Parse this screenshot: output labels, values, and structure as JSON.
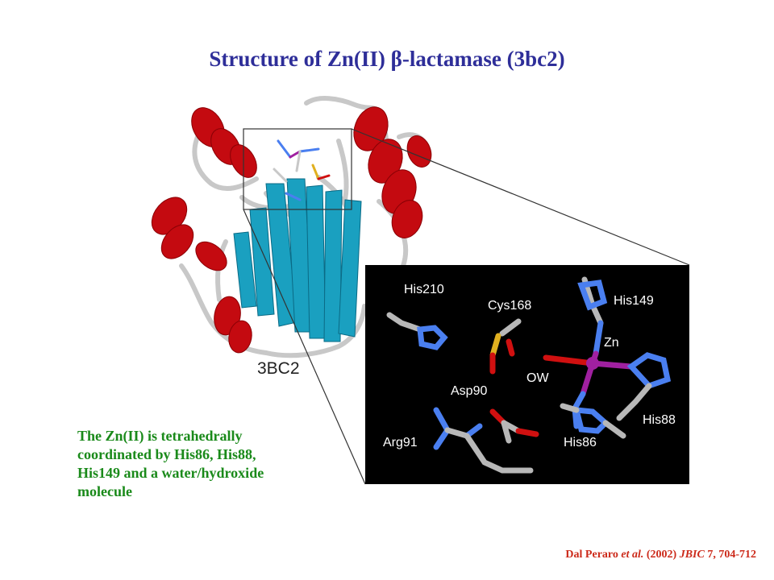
{
  "title": {
    "prefix": "Structure of Zn(II) ",
    "beta": "β",
    "suffix": "-lactamase (3bc2)",
    "color": "#2e2e99"
  },
  "structure_label": "3BC2",
  "inset_labels": {
    "his210": "His210",
    "cys168": "Cys168",
    "his149": "His149",
    "zn": "Zn",
    "ow": "OW",
    "asp90": "Asp90",
    "his88": "His88",
    "arg91": "Arg91",
    "his86": "His86"
  },
  "description": {
    "line1": "The Zn(II) is tetrahedrally",
    "line2": "coordinated by His86, His88,",
    "line3": "His149 and a water/hydroxide",
    "line4": "molecule",
    "color": "#1a8a1a"
  },
  "citation": {
    "authors_a": "Dal Peraro ",
    "authors_b": "et al.",
    "year": " (2002) ",
    "journal": "JBIC",
    "ref": " 7, 704-712",
    "color": "#cc2a1a"
  },
  "colors": {
    "helix": "#c40a10",
    "sheet": "#1aa0c0",
    "coil": "#c8c8c8",
    "nitrogen": "#4a7ff0",
    "oxygen": "#d01010",
    "sulfur": "#e0b020",
    "zinc": "#a020a0"
  }
}
